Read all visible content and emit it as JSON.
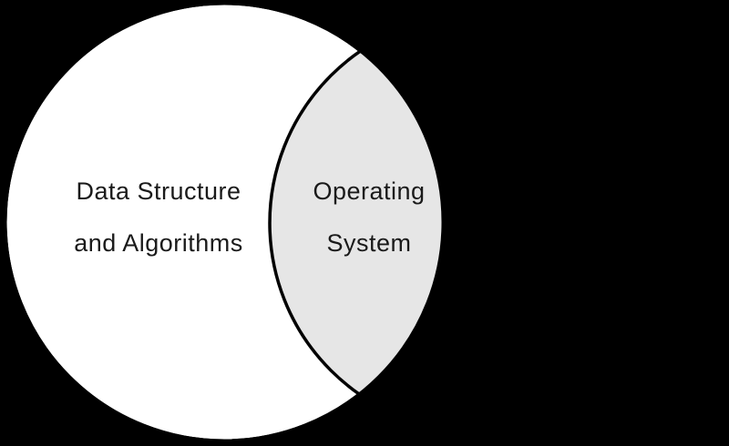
{
  "diagram": {
    "type": "venn",
    "background_color": "#000000",
    "stroke_color": "#000000",
    "text_color": "#1a1a1a",
    "left_set": {
      "label_line1": "Data Structure",
      "label_line2": "and Algorithms",
      "fill_color": "#ffffff"
    },
    "intersection": {
      "label_line1": "Operating",
      "label_line2": "System",
      "fill_color": "#e6e6e6"
    }
  }
}
